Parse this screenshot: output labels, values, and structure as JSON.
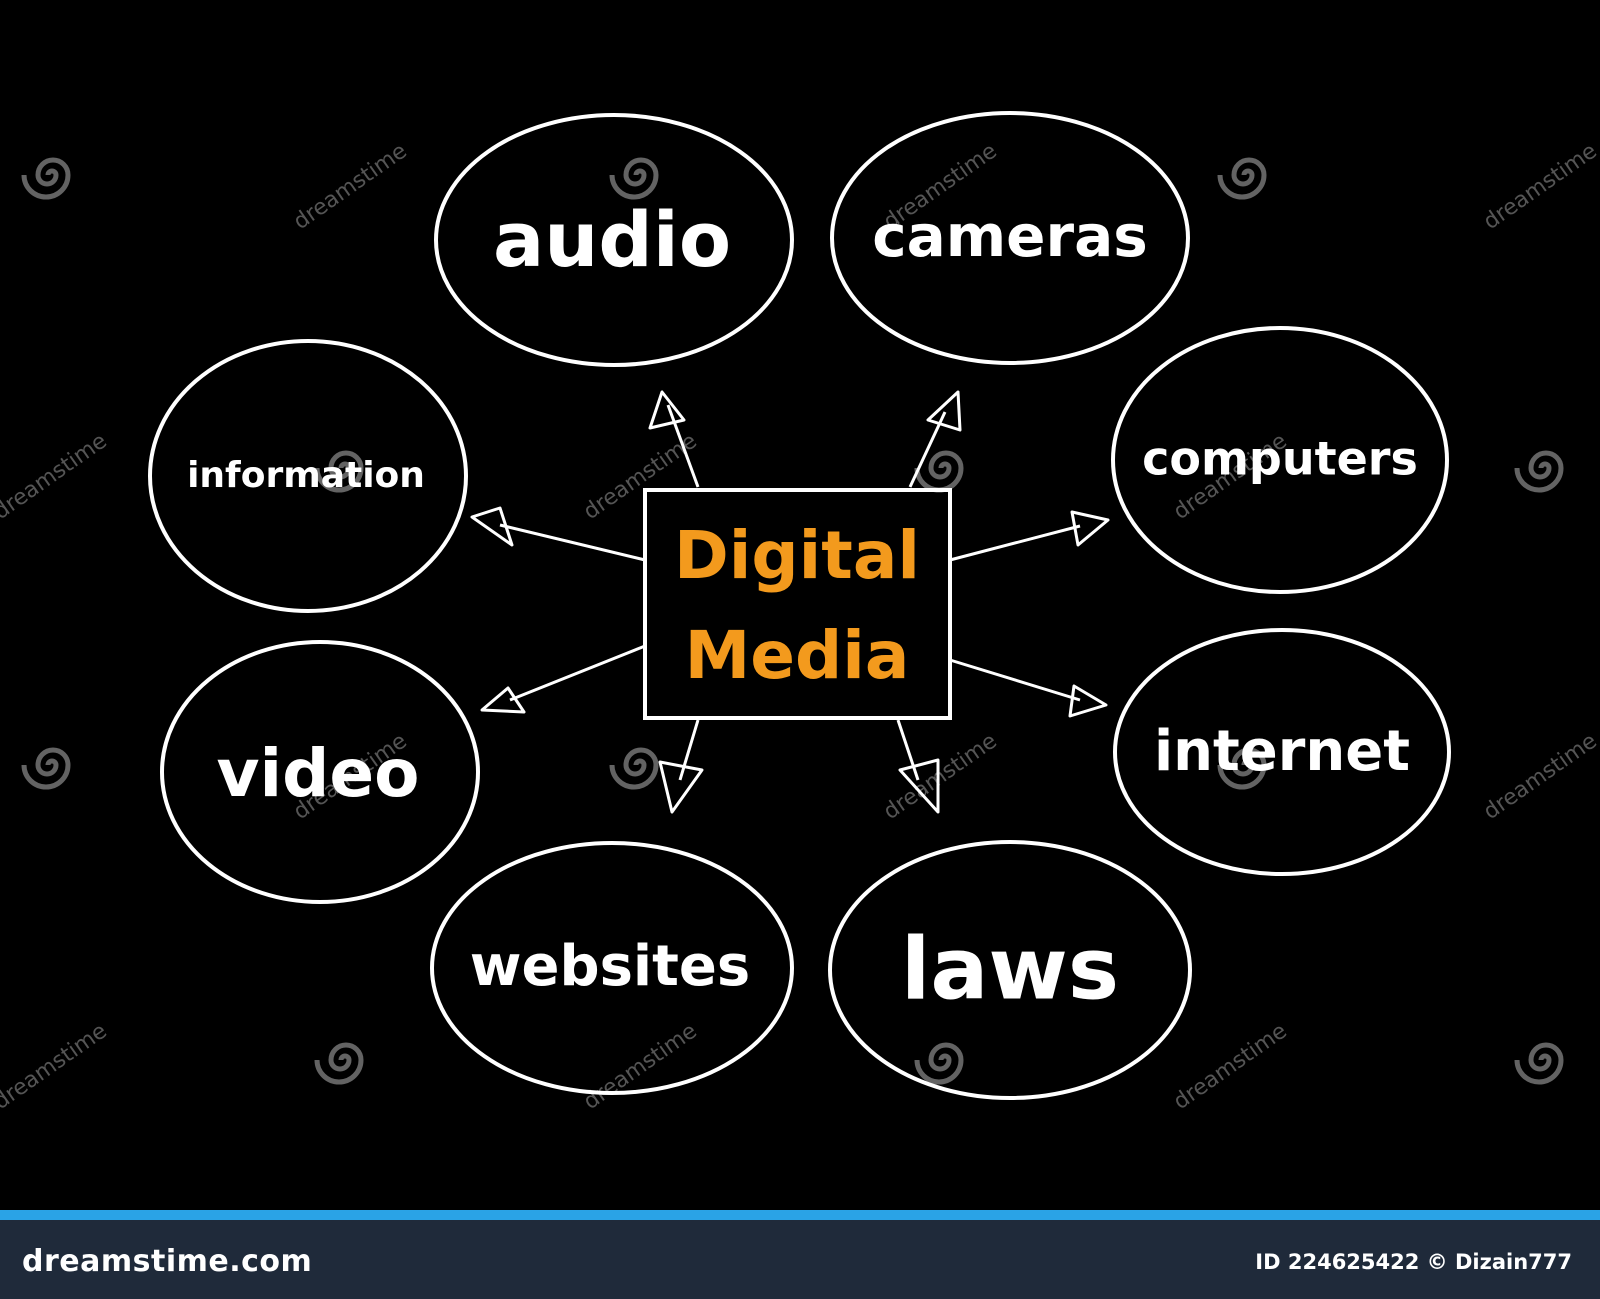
{
  "center": {
    "line1": "Digital",
    "line2": "Media"
  },
  "nodes": [
    {
      "id": "audio",
      "label": "audio"
    },
    {
      "id": "cameras",
      "label": "cameras"
    },
    {
      "id": "information",
      "label": "information"
    },
    {
      "id": "computers",
      "label": "computers"
    },
    {
      "id": "video",
      "label": "video"
    },
    {
      "id": "internet",
      "label": "internet"
    },
    {
      "id": "websites",
      "label": "websites"
    },
    {
      "id": "laws",
      "label": "laws"
    }
  ],
  "watermark": {
    "text": "dreamstime"
  },
  "footer": {
    "brand": "dreamstime.com",
    "id_text": "ID 224625422 © Dizain777"
  },
  "colors": {
    "background": "#000000",
    "center_text": "#f39a1d",
    "stroke": "#ffffff",
    "footer_bg": "#1f2a3a",
    "footer_stripe": "#2aa3e6"
  }
}
